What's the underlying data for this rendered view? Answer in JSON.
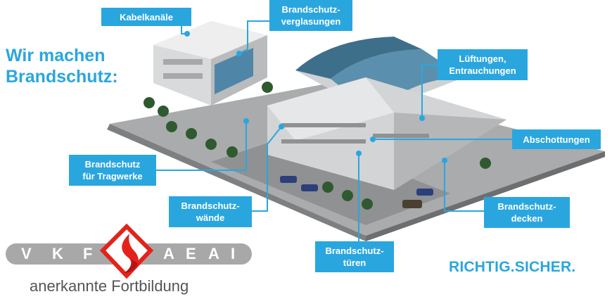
{
  "headline": {
    "line1": "Wir machen",
    "line2": "Brandschutz:"
  },
  "labels": {
    "kabelkanaele": "Kabelkanäle",
    "verglasungen_1": "Brandschutz-",
    "verglasungen_2": "verglasungen",
    "lueftungen_1": "Lüftungen,",
    "lueftungen_2": "Entrauchungen",
    "abschottungen": "Abschottungen",
    "tragwerke_1": "Brandschutz",
    "tragwerke_2": "für Tragwerke",
    "waende_1": "Brandschutz-",
    "waende_2": "wände",
    "decken_1": "Brandschutz-",
    "decken_2": "decken",
    "tueren_1": "Brandschutz-",
    "tueren_2": "türen"
  },
  "slogan": "RICHTIG.SICHER.",
  "logo": {
    "letters": [
      "V",
      "K",
      "F",
      "A",
      "E",
      "A",
      "I"
    ],
    "subtitle": "anerkannte Fortbildung",
    "colors": {
      "bar": "#a8a8a8",
      "mark": "#e3231b",
      "mark_dark": "#b01515"
    }
  },
  "colors": {
    "accent": "#2aa6df"
  }
}
